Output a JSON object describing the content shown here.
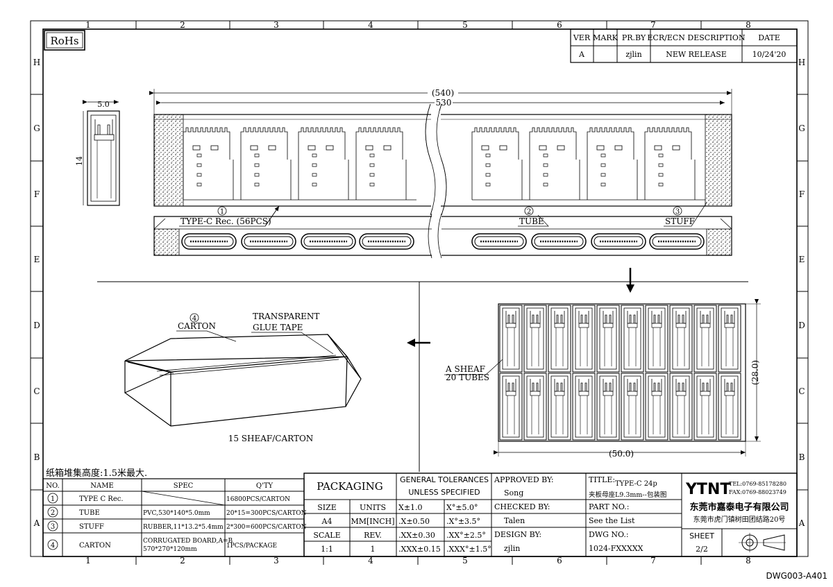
{
  "frame": {
    "columns": [
      "1",
      "2",
      "3",
      "4",
      "5",
      "6",
      "7",
      "8"
    ],
    "rows": [
      "H",
      "G",
      "F",
      "E",
      "D",
      "C",
      "B",
      "A"
    ],
    "drawing_code": "DWG003-A401"
  },
  "rohs": "RoHs",
  "revision": {
    "headers": [
      "VER",
      "MARK",
      "PR.BY",
      "ECR/ECN DESCRIPTION",
      "DATE"
    ],
    "row": [
      "A",
      "",
      "zjlin",
      "NEW RELEASE",
      "10/24'20"
    ]
  },
  "dims": {
    "overall": "(540)",
    "inner": "530",
    "width": "5.0",
    "height": "14",
    "sheaf_height": "(28.0)",
    "sheaf_width": "(50.0)"
  },
  "callouts": {
    "c1_num": "1",
    "c1_text": "TYPE-C Rec. (56PCS)",
    "c2_num": "2",
    "c2_text": "TUBE",
    "c3_num": "3",
    "c3_text": "STUFF",
    "c4_num": "4",
    "c4_text": "CARTON",
    "glue1": "TRANSPARENT",
    "glue2": "GLUE TAPE",
    "sheaf1": "A SHEAF",
    "sheaf2": "20 TUBES",
    "carton_qty": "15 SHEAF/CARTON"
  },
  "stack_note": "纸箱堆集高度:1.5米最大.",
  "bom": {
    "headers": [
      "NO.",
      "NAME",
      "SPEC",
      "Q'TY"
    ],
    "rows": [
      {
        "no": "1",
        "name": "TYPE C Rec.",
        "spec": "",
        "qty": "16800PCS/CARTON"
      },
      {
        "no": "2",
        "name": "TUBE",
        "spec": "PVC,530*140*5.0mm",
        "qty": "20*15=300PCS/CARTON"
      },
      {
        "no": "3",
        "name": "STUFF",
        "spec": "RUBBER,11*13.2*5.4mm",
        "qty": "2*300=600PCS/CARTON"
      },
      {
        "no": "4",
        "name": "CARTON",
        "spec1": "CORRUGATED BOARD,A=B",
        "spec2": "570*270*120mm",
        "qty": "1PCS/PACKAGE"
      }
    ]
  },
  "title_block": {
    "packaging": "PACKAGING",
    "gen_tol1": "GENERAL TOLERANCES",
    "gen_tol2": "UNLESS SPECIFIED",
    "tol": [
      [
        "X±1.0",
        "X°±5.0°"
      ],
      [
        ".X±0.50",
        ".X°±3.5°"
      ],
      [
        ".XX±0.30",
        ".XX°±2.5°"
      ],
      [
        ".XXX±0.15",
        ".XXX°±1.5°"
      ]
    ],
    "size_label": "SIZE",
    "size": "A4",
    "units_label": "UNITS",
    "units": "MM[INCH]",
    "scale_label": "SCALE",
    "scale": "1:1",
    "rev_label": "REV.",
    "rev": "1",
    "approved_label": "APPROVED BY:",
    "approved": "Song",
    "checked_label": "CHECKED BY:",
    "checked": "Talen",
    "design_label": "DESIGN BY:",
    "design": "zjlin",
    "title_label": "TITLE:",
    "title1": "TYPE-C 24p",
    "title2": "夹板母座L9.3mm--包装图",
    "part_label": "PART NO.:",
    "part": "See the List",
    "dwg_label": "DWG NO.:",
    "dwg": "1024-FXXXXX",
    "company_logo": "YTNT",
    "tel": "TEL:0769-85178280",
    "fax": "FAX:0769-88023749",
    "company": "东莞市嘉泰电子有限公司",
    "address": "东莞市虎门镇树田团结路20号",
    "sheet_label": "SHEET",
    "sheet": "2/2"
  }
}
